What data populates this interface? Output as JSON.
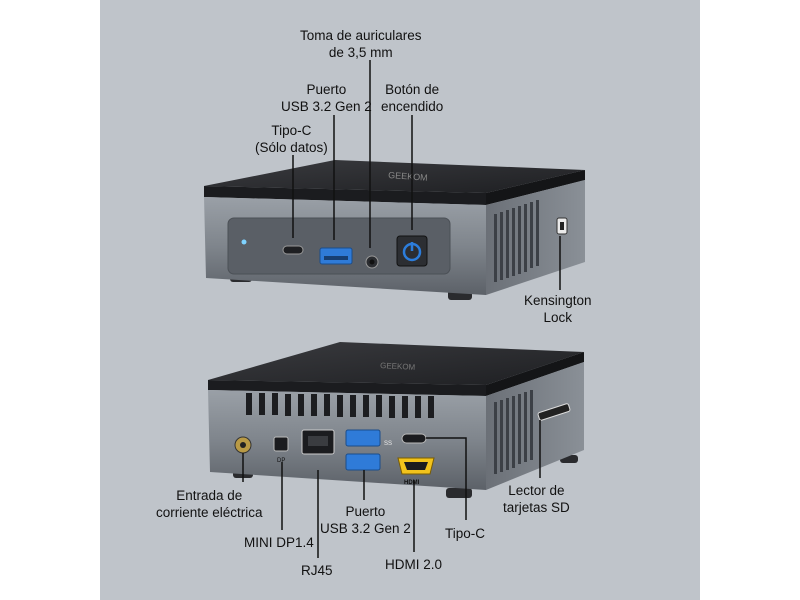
{
  "top_view": {
    "brand": "GEEKOM",
    "callouts": {
      "headphone_jack": [
        "Toma de auriculares",
        "de 3,5 mm"
      ],
      "usb_front": [
        "Puerto",
        "USB 3.2 Gen 2"
      ],
      "power_button": [
        "Botón de",
        "encendido"
      ],
      "typec_front": [
        "Tipo-C",
        "(Sólo datos)"
      ],
      "kensington": [
        "Kensington",
        "Lock"
      ]
    }
  },
  "bottom_view": {
    "brand": "GEEKOM",
    "callouts": {
      "dc_in": [
        "Entrada de",
        "corriente eléctrica"
      ],
      "mini_dp": [
        "MINI DP1.4"
      ],
      "rj45": [
        "RJ45"
      ],
      "usb_rear": [
        "Puerto",
        "USB 3.2 Gen 2"
      ],
      "hdmi": [
        "HDMI 2.0"
      ],
      "typec_rear": [
        "Tipo-C"
      ],
      "sd_reader": [
        "Lector de",
        "tarjetas SD"
      ]
    },
    "port_marks": {
      "hdmi_mark": "HDMI",
      "ss": "SS",
      "dp": "DP"
    }
  },
  "colors": {
    "background_panel": "#bfc4ca",
    "chassis": "#7b8087",
    "lid": "#2b2c2f",
    "usb_blue": "#2f7bd8",
    "power_blue": "#2c7ddb",
    "hdmi_yellow": "#f2c31c"
  }
}
